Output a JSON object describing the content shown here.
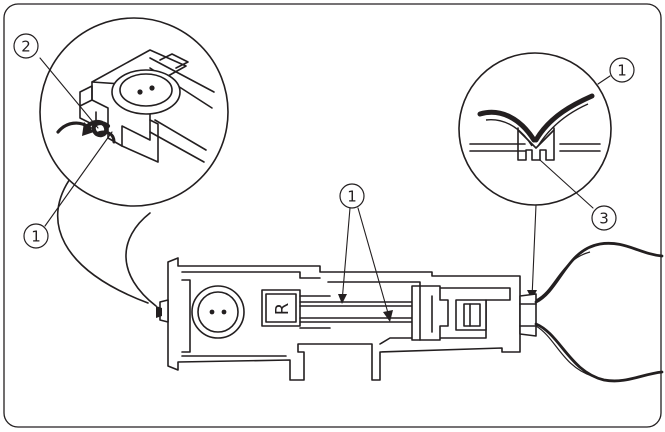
{
  "callouts": {
    "detail_left_top": "2",
    "detail_left_bottom": "1",
    "main_center": "1",
    "detail_right_top": "1",
    "detail_right_bottom": "3"
  },
  "foot_plate_letter": "R",
  "colors": {
    "line": "#231f20",
    "background": "#ffffff",
    "frame": "#231f20"
  }
}
